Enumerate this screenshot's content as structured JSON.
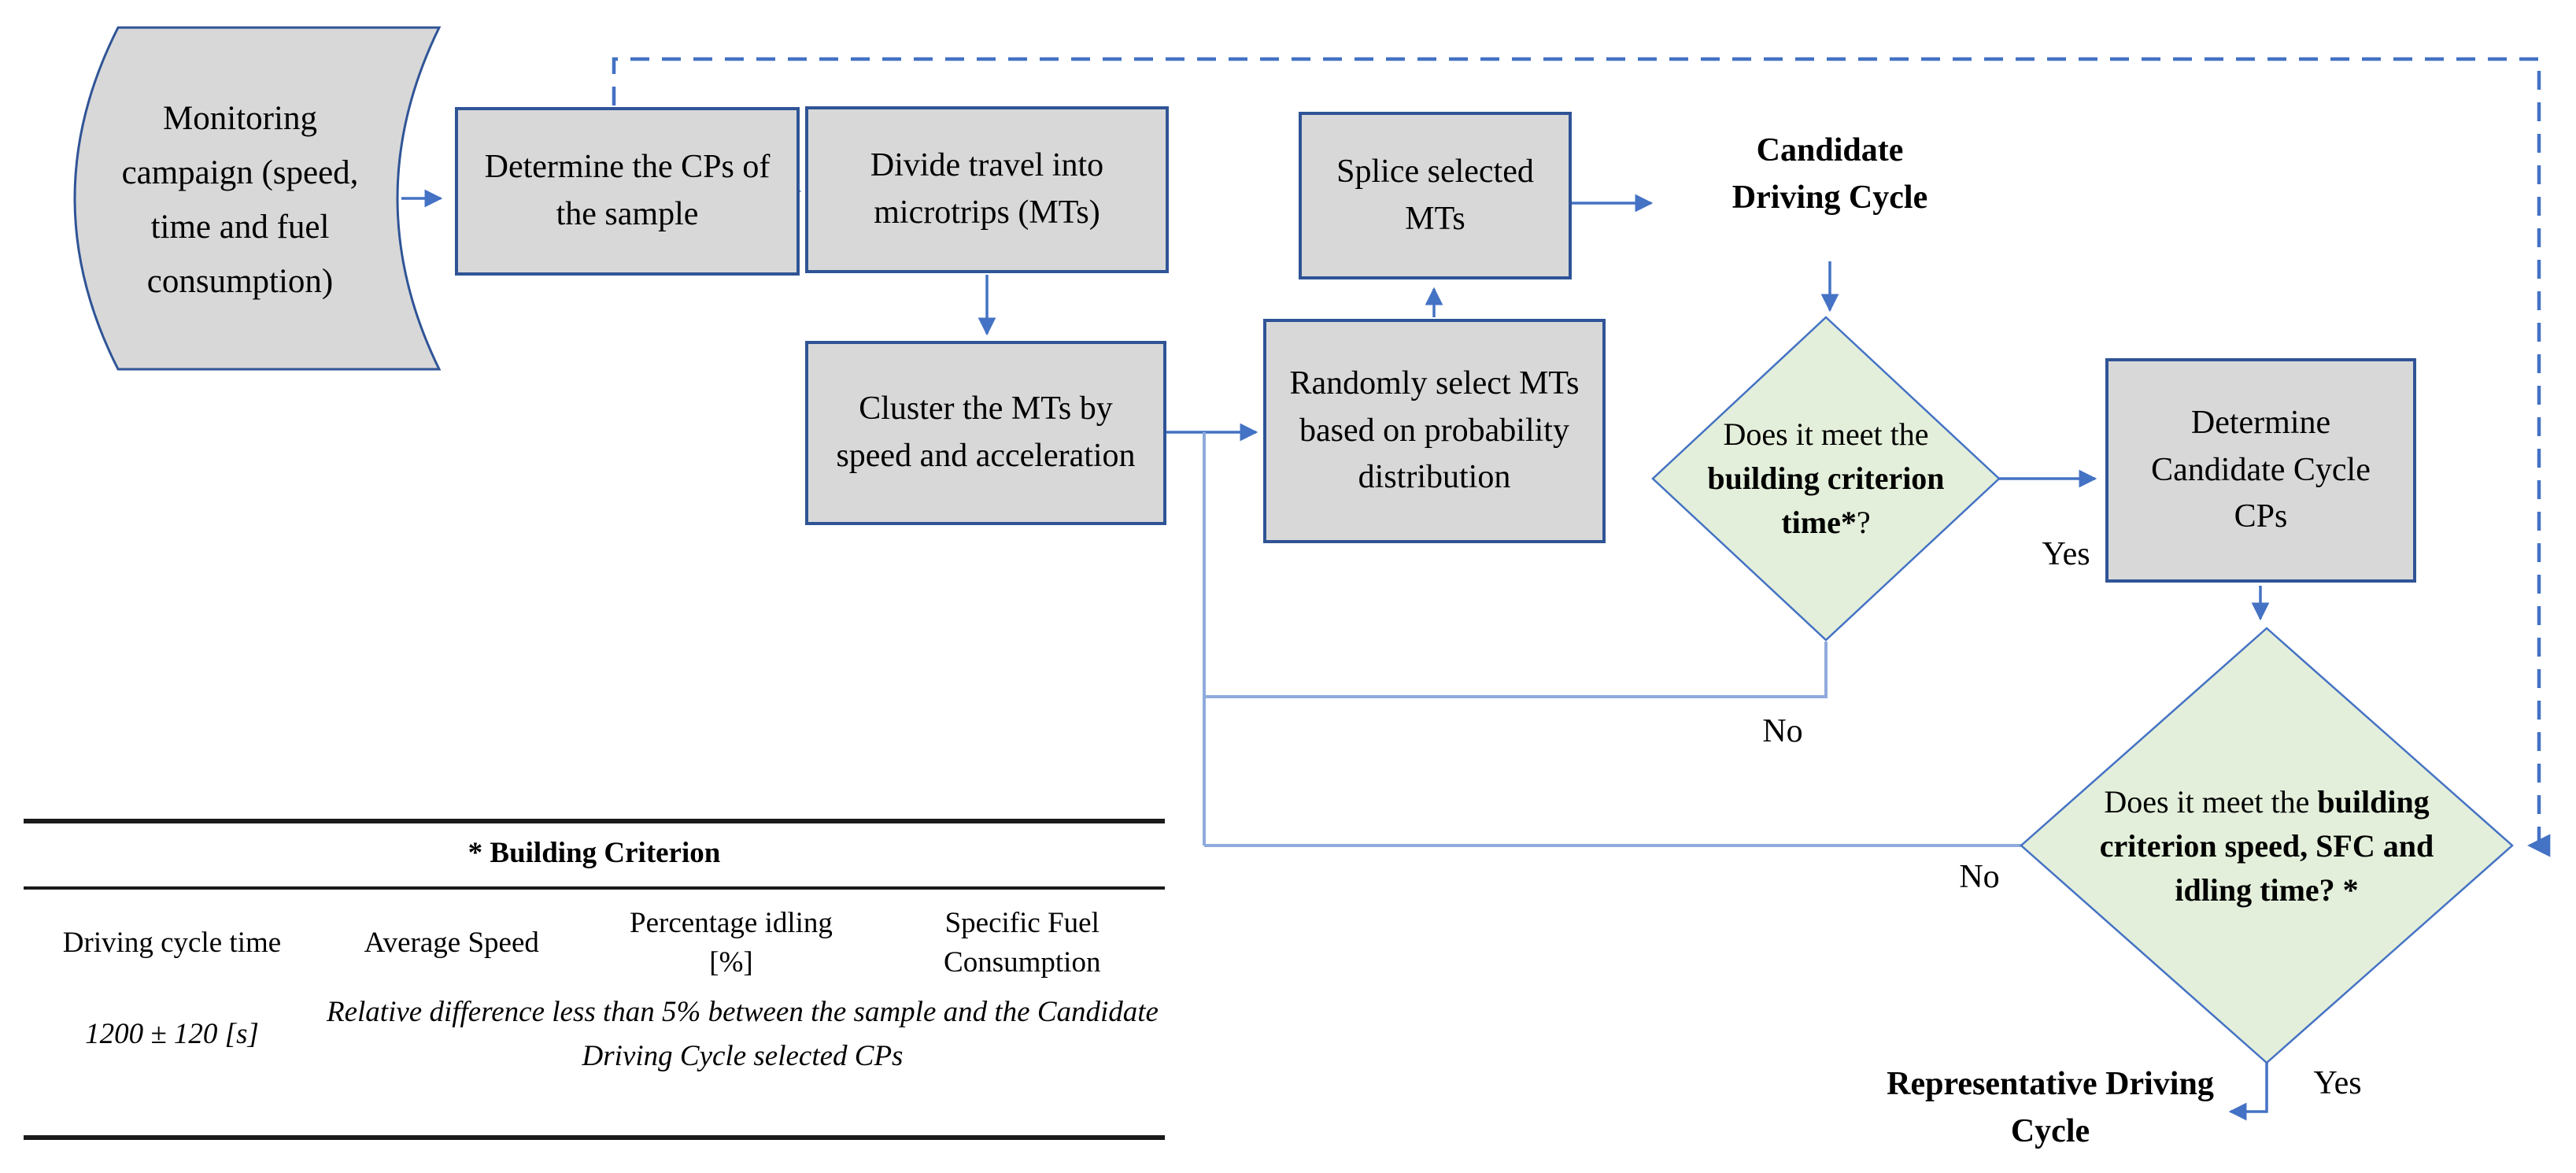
{
  "diagram": {
    "nodes": {
      "monitoring": "Monitoring campaign (speed, time and fuel consumption)",
      "determine_cps": "Determine the CPs of the sample",
      "divide_microtrips": "Divide travel into microtrips (MTs)",
      "cluster_mts": "Cluster the MTs by speed and acceleration",
      "random_select": "Randomly select MTs based on probability distribution",
      "splice_mts": "Splice selected MTs",
      "candidate_cycle": "Candidate Driving Cycle",
      "determine_candidate_cps": "Determine Candidate Cycle CPs",
      "representative_cycle": "Representative Driving Cycle"
    },
    "decisions": {
      "d1": {
        "prefix": "Does it meet the ",
        "bold": "building criterion time*",
        "suffix": "?"
      },
      "d2": {
        "prefix": "Does it meet the ",
        "bold": "building criterion speed, SFC and idling time? *",
        "suffix": ""
      }
    },
    "edge_labels": {
      "yes1": "Yes",
      "no1": "No",
      "yes2": "Yes",
      "no2": "No"
    }
  },
  "table": {
    "title": "* Building Criterion",
    "headers": [
      "Driving cycle time",
      "Average Speed",
      "Percentage idling [%]",
      "Specific Fuel Consumption"
    ],
    "row": {
      "driving_cycle_time": "1200 ± 120 [s]",
      "note": "Relative difference less than 5% between the sample and the Candidate Driving Cycle selected CPs"
    }
  },
  "colors": {
    "box_fill": "#d8d8d8",
    "box_border": "#2f5496",
    "diamond_fill": "#e3efda",
    "diamond_border": "#4472c4",
    "connector": "#4472c4",
    "connector_light": "#8faadc"
  }
}
